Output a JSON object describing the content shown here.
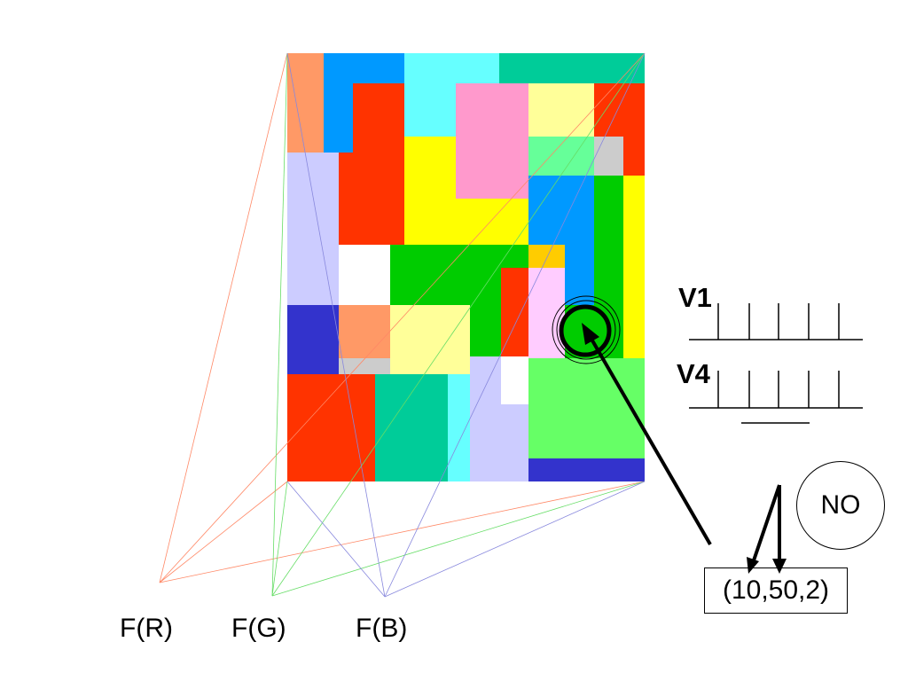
{
  "labels": {
    "f_r": "F(R)",
    "f_g": "F(G)",
    "f_b": "F(B)",
    "v1": "V1",
    "v4": "V4",
    "decision": "NO",
    "tuple": "(10,50,2)"
  },
  "colors": {
    "salmon": "#FF9966",
    "azure": "#0099FF",
    "cyan": "#66FFFF",
    "teal": "#00CC99",
    "red": "#FF3300",
    "pink": "#FF99CC",
    "pale_yellow": "#FFFF99",
    "yellow": "#FFFF00",
    "mint": "#66FF99",
    "gray": "#CCCCCC",
    "lavender": "#CCCCFF",
    "white": "#FFFFFF",
    "green": "#00CC00",
    "orange": "#FFCC00",
    "light_pink": "#FFCCFF",
    "blue": "#3333CC",
    "light_green": "#66FF66",
    "line_r": "#FF8866",
    "line_g": "#66DD66",
    "line_b": "#8888DD"
  },
  "icons": {
    "receptive_field": "circle-target",
    "arrow": "arrow"
  }
}
